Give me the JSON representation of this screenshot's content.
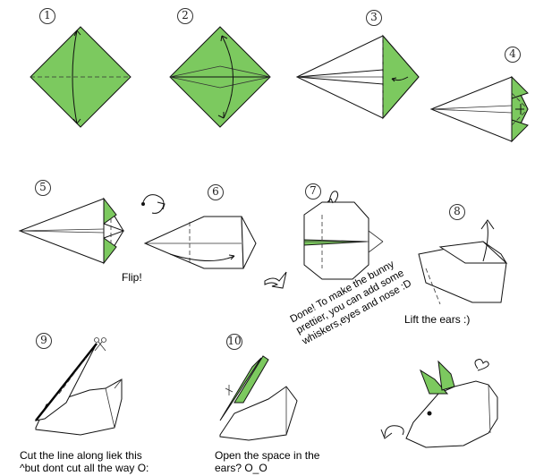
{
  "steps": [
    "1",
    "2",
    "3",
    "4",
    "5",
    "6",
    "7",
    "8",
    "9",
    "10"
  ],
  "labels": {
    "flip": "Flip!",
    "lift": "Lift the ears :)",
    "cut_line1": "Cut the line along liek this",
    "cut_line2": "^but dont cut all the way O:",
    "open_line1": "Open the space in the",
    "open_line2": "ears? O_O",
    "done": "Done! To make the bunny prettier, you can add some whiskers,eyes and nose :D"
  },
  "colors": {
    "paper_green": "#7cc95f",
    "outline": "#111111"
  },
  "icons": [
    "scissors-icon",
    "heart-icon",
    "curved-arrow-icon",
    "flip-arrow-icon"
  ]
}
